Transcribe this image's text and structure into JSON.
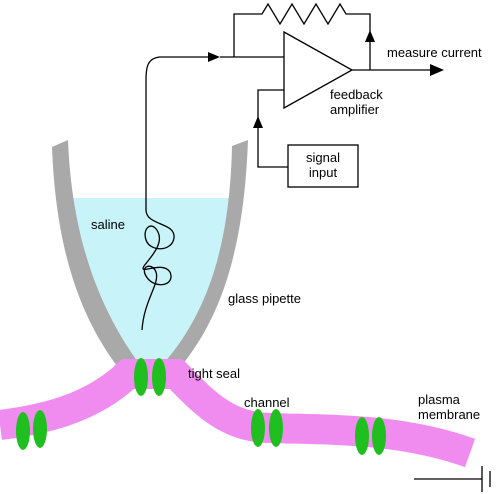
{
  "labels": {
    "measure_current": "measure current",
    "feedback_amplifier": [
      "feedback",
      "amplifier"
    ],
    "signal_input": [
      "signal",
      "input"
    ],
    "saline": "saline",
    "glass_pipette": "glass pipette",
    "tight_seal": "tight seal",
    "channel": "channel",
    "plasma_membrane": [
      "plasma",
      "membrane"
    ]
  },
  "colors": {
    "saline": "#c8f3f8",
    "pipette_glass": "#a9a9a9",
    "membrane": "#f08cf0",
    "channel": "#1fbf1f",
    "wire": "#000000"
  }
}
